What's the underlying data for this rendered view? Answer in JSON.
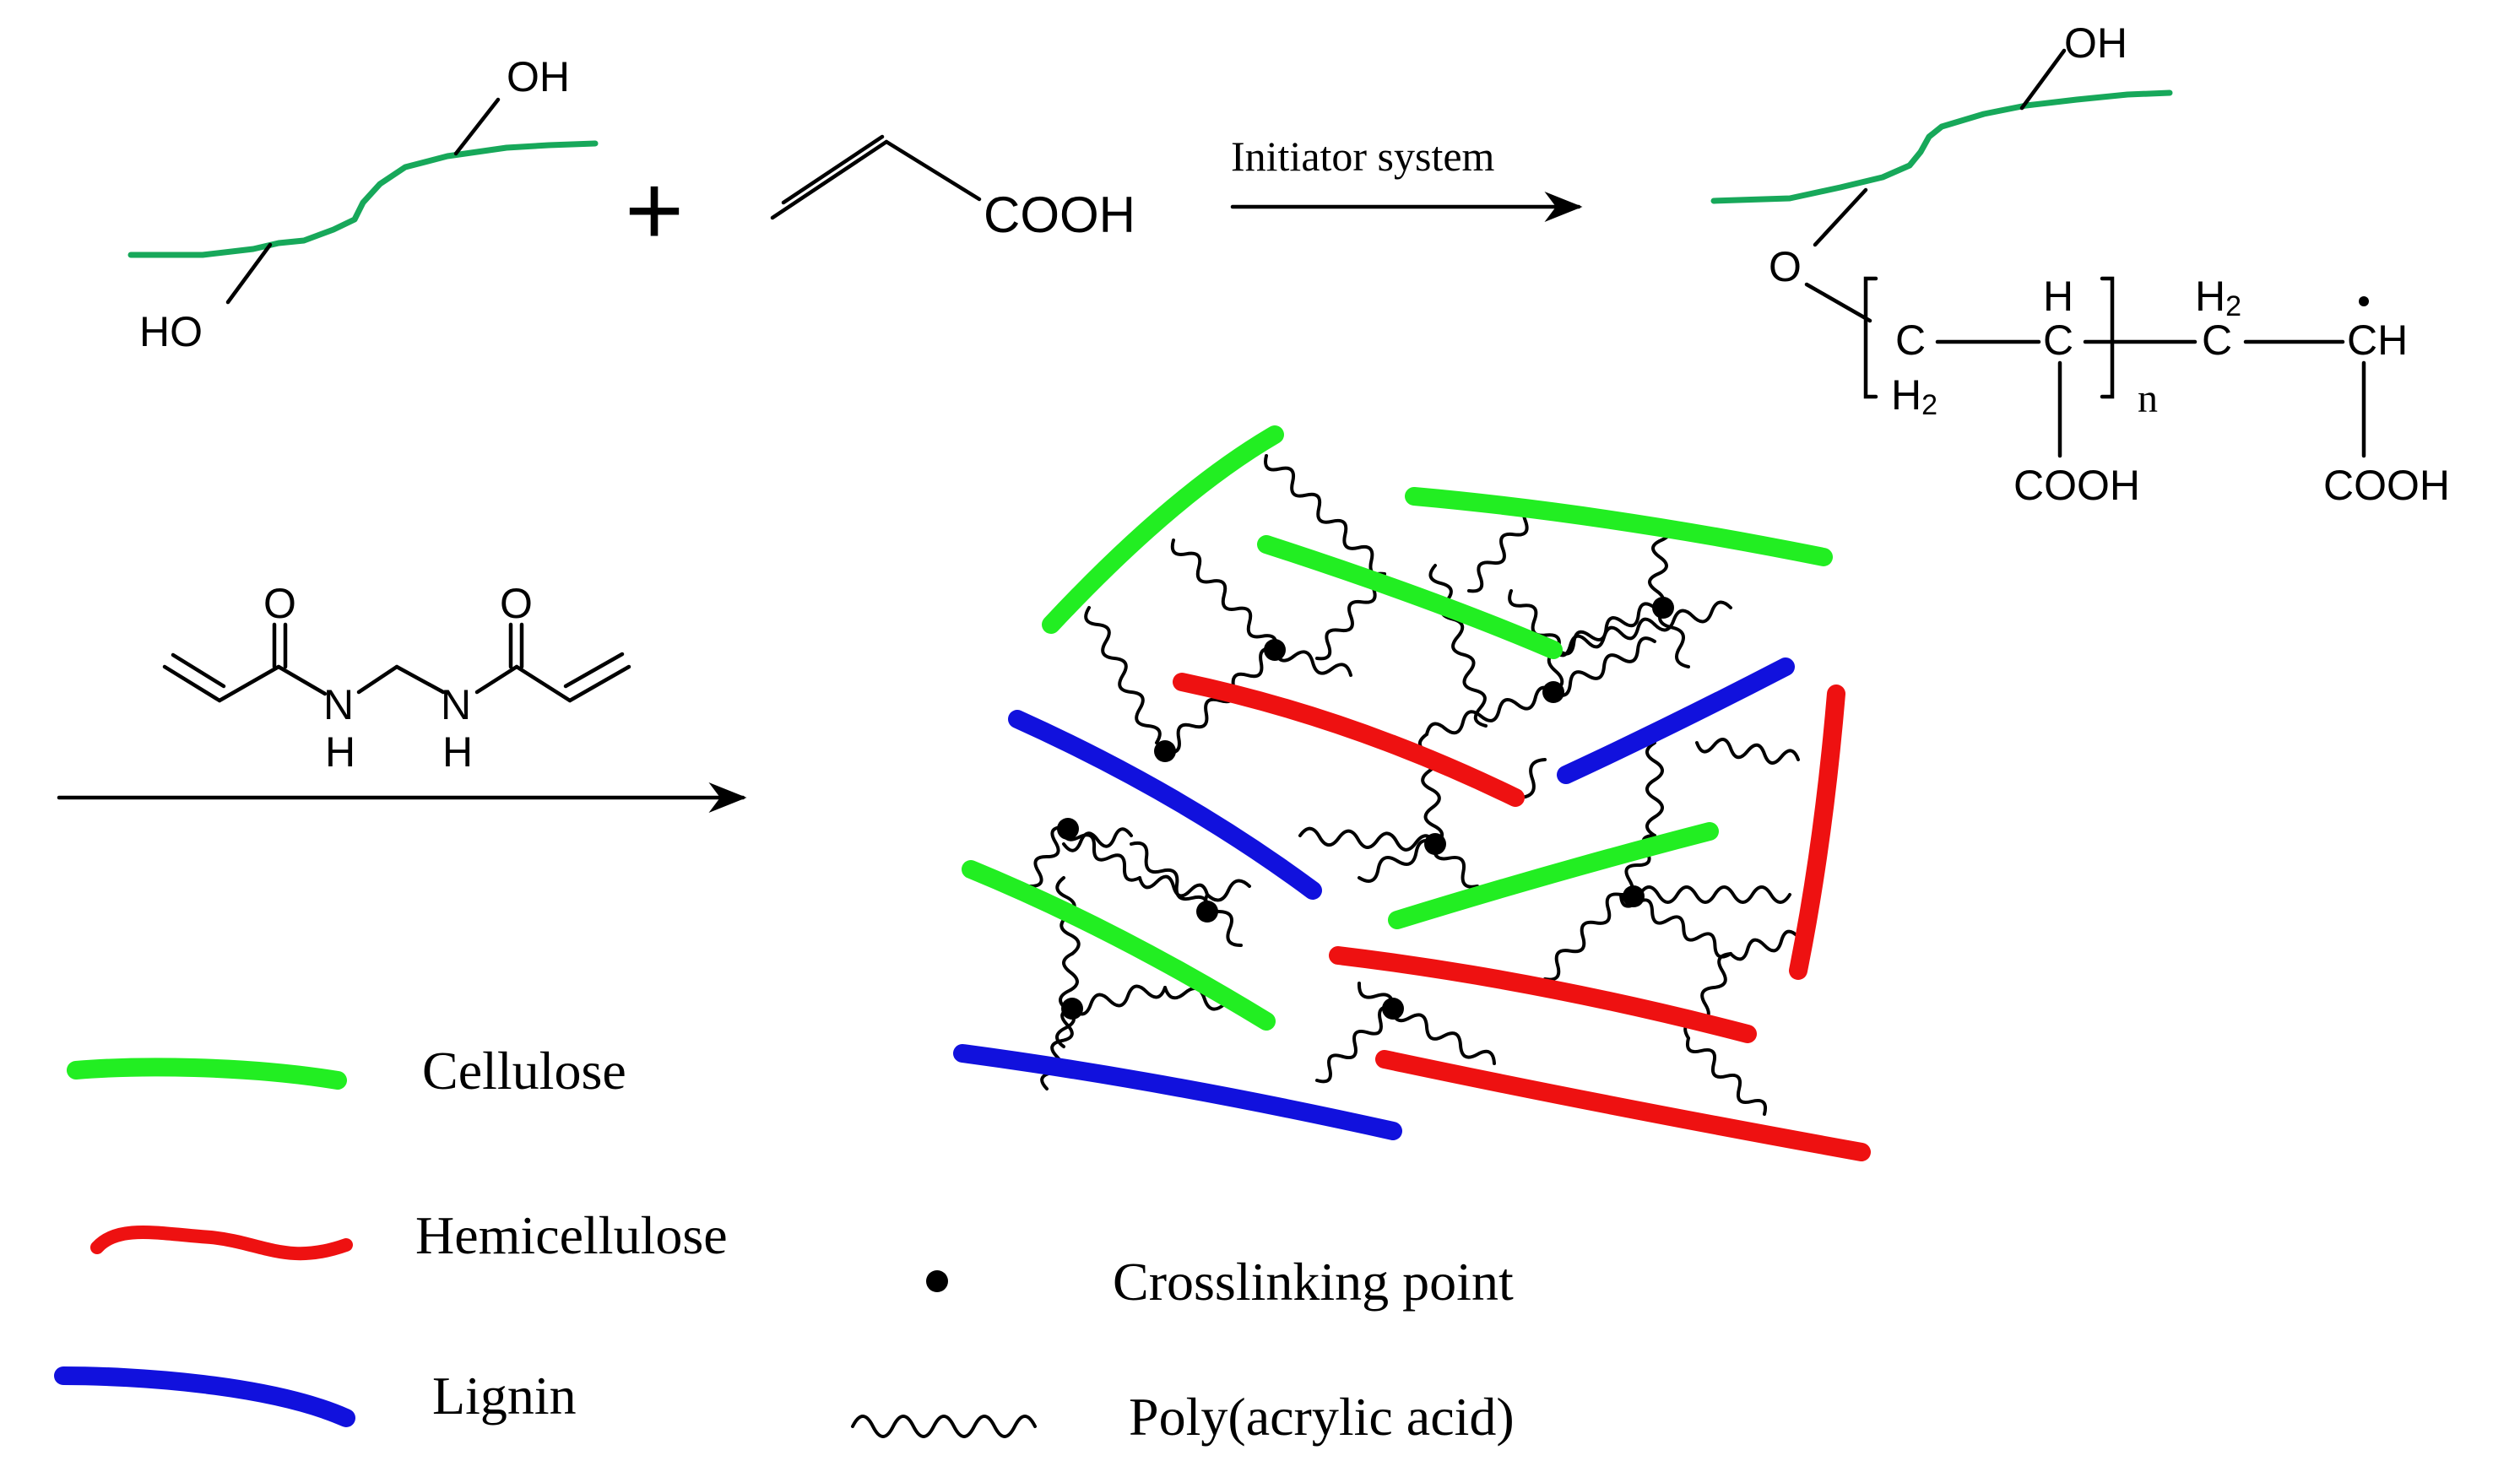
{
  "colors": {
    "cellulose": "#22ee22",
    "cellulose_chain": "#17a85a",
    "hemicellulose": "#ee1111",
    "lignin": "#1111dd",
    "ink": "#000000"
  },
  "reaction": {
    "oh_top": "OH",
    "oh_bottom": "HO",
    "plus": "+",
    "acrylic_acid_group": "COOH",
    "initiator_label": "Initiator system",
    "product": {
      "oh": "OH",
      "ether_o": "O",
      "c1": "C",
      "c1_h2": "H2",
      "c2": "C",
      "c2_h": "H",
      "repeat_n": "n",
      "c3": "C",
      "c3_h2": "H2",
      "c4_radical": "CH",
      "cooh_left": "COOH",
      "cooh_right": "COOH"
    },
    "crosslinker": {
      "o_left": "O",
      "o_right": "O",
      "n_left": "N",
      "n_right": "N",
      "h_left": "H",
      "h_right": "H"
    }
  },
  "legend": {
    "cellulose": "Cellulose",
    "hemicellulose": "Hemicellulose",
    "lignin": "Lignin",
    "crosslinking_point": "Crosslinking point",
    "poly_acrylic_acid": "Poly(acrylic acid)"
  }
}
